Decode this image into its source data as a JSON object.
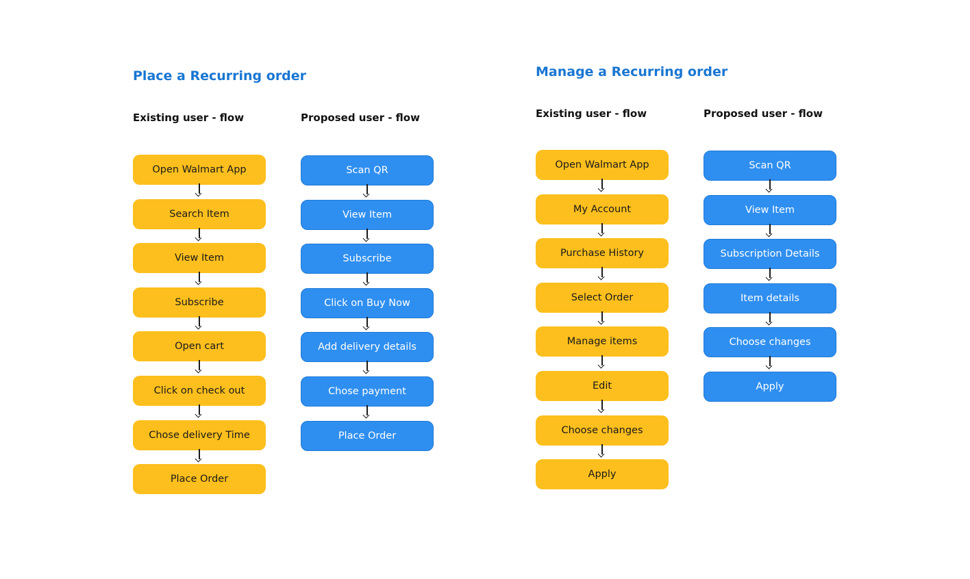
{
  "sections": [
    {
      "title": "Place a Recurring order",
      "existing": {
        "heading": "Existing user - flow",
        "steps": [
          "Open Walmart App",
          "Search Item",
          "View Item",
          "Subscribe",
          "Open cart",
          "Click on check out",
          "Chose delivery Time",
          "Place Order"
        ]
      },
      "proposed": {
        "heading": "Proposed user - flow",
        "steps": [
          "Scan QR",
          "View Item",
          "Subscribe",
          "Click on Buy Now",
          "Add delivery details",
          "Chose payment",
          "Place Order"
        ]
      }
    },
    {
      "title": "Manage a Recurring order",
      "existing": {
        "heading": "Existing user - flow",
        "steps": [
          "Open Walmart App",
          "My Account",
          "Purchase History",
          "Select Order",
          "Manage items",
          "Edit",
          "Choose changes",
          "Apply"
        ]
      },
      "proposed": {
        "heading": "Proposed user - flow",
        "steps": [
          "Scan QR",
          "View Item",
          "Subscription Details",
          "Item details",
          "Choose changes",
          "Apply"
        ]
      }
    }
  ],
  "colors": {
    "title": "#1976d2",
    "existing_step": "#fdbf1d",
    "proposed_step": "#2f8ff0"
  }
}
